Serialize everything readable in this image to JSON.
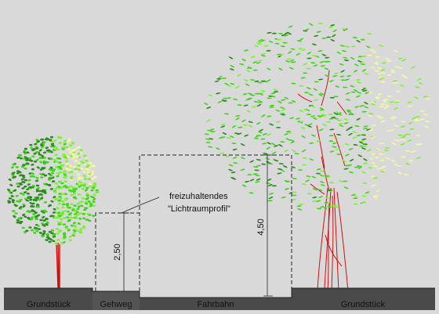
{
  "labels": {
    "grundstueck_left": "Grundstück",
    "gehweg": "Gehweg",
    "fahrbahn": "Fahrbahn",
    "grundstueck_right": "Grundstück",
    "dim_gehweg_height": "2,50",
    "dim_fahrbahn_height": "4,50",
    "annotation_line1": "freizuhaltendes",
    "annotation_line2": "\"Lichtraumprofil\""
  },
  "colors": {
    "background": "#d9d9d9",
    "ground": "#4a4a4a",
    "curb": "#5a5a5a",
    "line": "#222222",
    "trunk": "#cc1111",
    "leaf_dark": "#2e8b1f",
    "leaf_green": "#44d41f",
    "leaf_light": "#7ff03a",
    "leaf_yellow": "#f2f7a3"
  },
  "icons": {
    "left_tree": "small-deciduous-tree",
    "right_tree": "large-deciduous-tree"
  }
}
